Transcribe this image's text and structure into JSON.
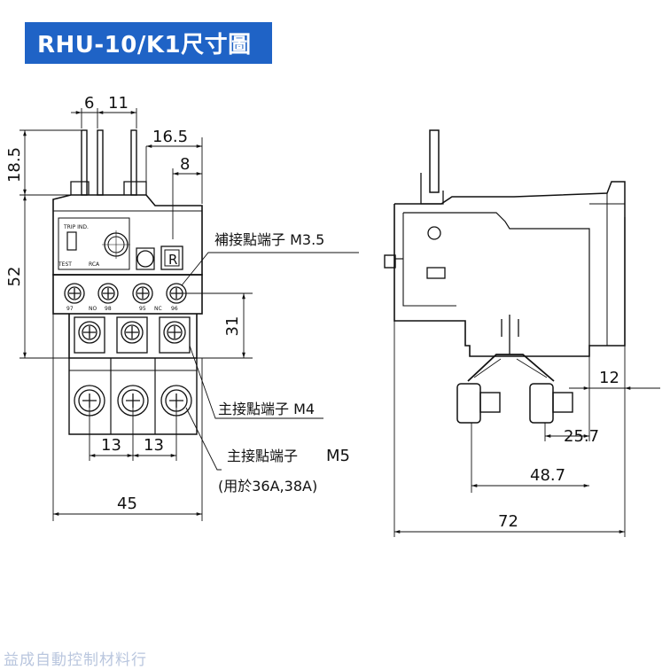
{
  "title": "RHU-10/K1尺寸圖",
  "dimensions": {
    "d6": "6",
    "d11": "11",
    "d16_5": "16.5",
    "d8": "8",
    "d18_5": "18.5",
    "d52": "52",
    "d31": "31",
    "d13a": "13",
    "d13b": "13",
    "d45": "45",
    "d12": "12",
    "d25_7": "25.7",
    "d48_7": "48.7",
    "d72": "72"
  },
  "labels": {
    "aux_terminal": "補接點端子 M3.5",
    "main_terminal_m4": "主接點端子 M4",
    "main_terminal_m5_text": "主接點端子",
    "main_terminal_m5_size": "M5",
    "main_terminal_m5_note": "(用於36A,38A)"
  },
  "device_marks": {
    "trip_ind": "TRIP IND.",
    "test": "TEST",
    "rca": "RCA",
    "no": "NO",
    "nc": "NC",
    "t97": "97",
    "t98": "98",
    "t95": "95",
    "t96": "96"
  },
  "watermark": "益成自動控制材料行",
  "colors": {
    "title_bg": "#1f63c6",
    "title_fg": "#ffffff",
    "line": "#111111",
    "watermark": "#b9c6de"
  }
}
